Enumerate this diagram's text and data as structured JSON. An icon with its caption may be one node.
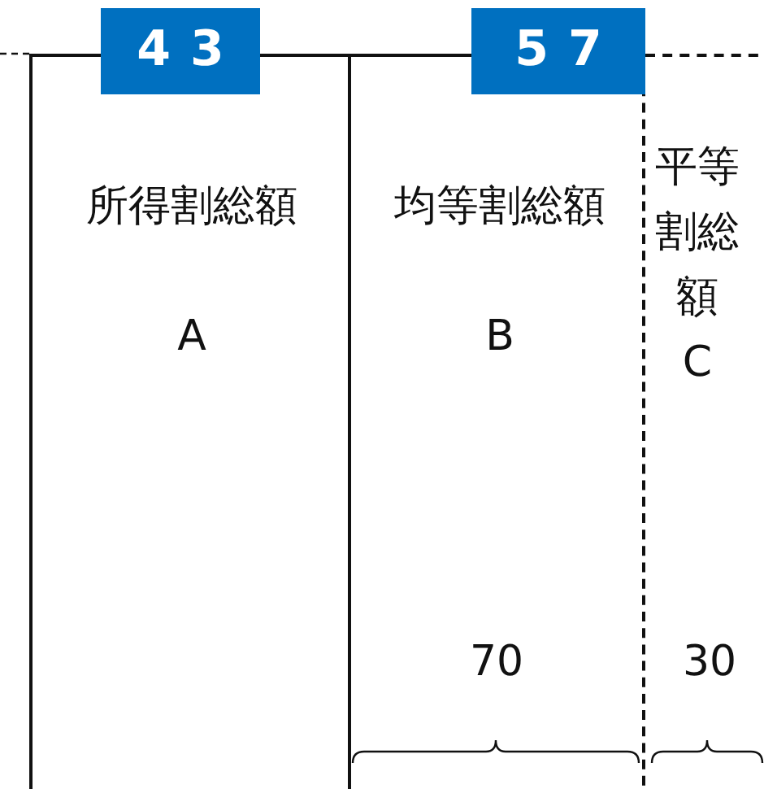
{
  "diagram": {
    "nodes": [
      {
        "text": [
          "所得割総額",
          "A"
        ]
      },
      {
        "text": [
          "均等割総額",
          "B"
        ]
      },
      {
        "text": [
          "平等割総額",
          "C"
        ]
      },
      {
        "text": [
          "43"
        ]
      },
      {
        "text": [
          "57"
        ]
      }
    ],
    "labels": [
      "70",
      "30"
    ]
  }
}
